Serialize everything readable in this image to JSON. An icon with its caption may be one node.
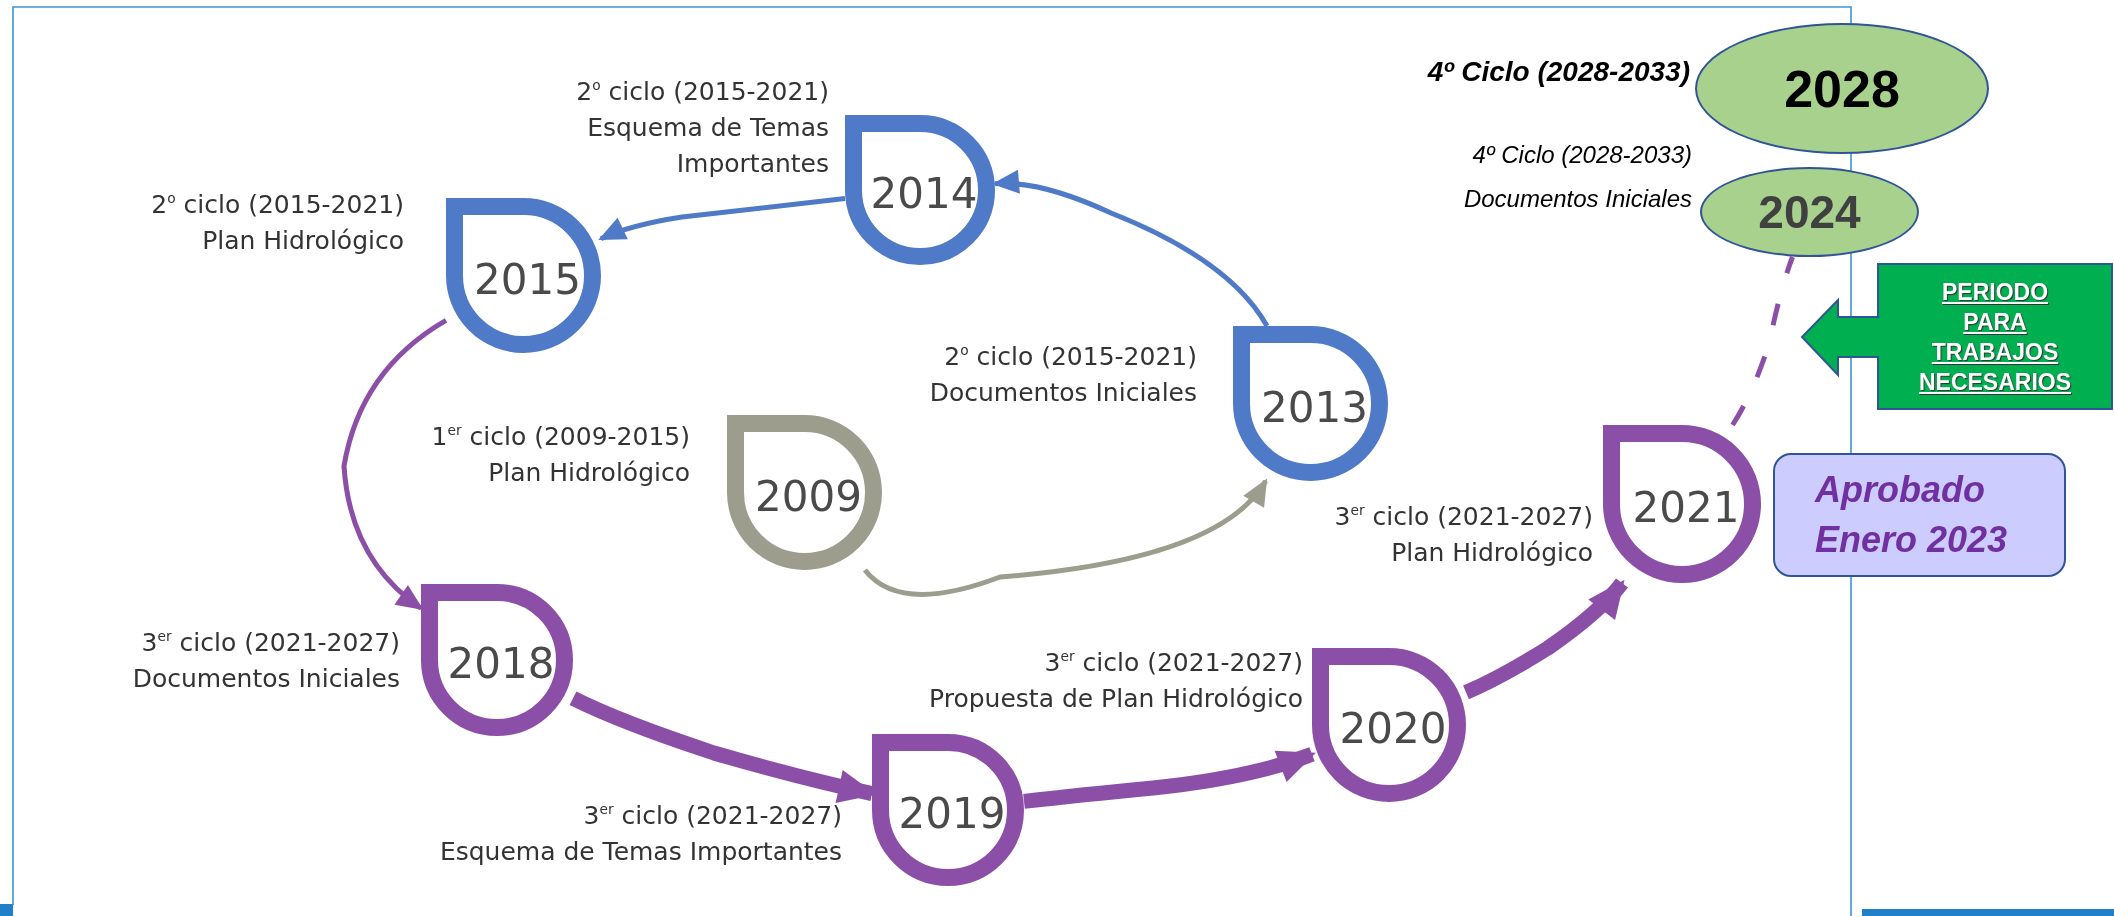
{
  "diagram": {
    "nodes": [
      {
        "text": [
          "2014"
        ],
        "beside": [
          "2$^{o}$ ciclo (2015-2021)",
          "Esquema de Temas Importantes"
        ]
      },
      {
        "text": [
          "2015"
        ],
        "beside": [
          "2$^{o}$ ciclo (2015-2021)",
          "Plan Hidrológico"
        ]
      },
      {
        "text": [
          "2013"
        ],
        "beside": [
          "2$^{o}$ ciclo (2015-2021)",
          "Documentos Iniciales"
        ]
      },
      {
        "text": [
          "2009"
        ],
        "beside": [
          "1$^{er}$ ciclo (2009-2015)",
          "Plan Hidrológico"
        ]
      },
      {
        "text": [
          "2018"
        ],
        "beside": [
          "3$^{er}$ ciclo (2021-2027)",
          "Documentos Iniciales"
        ]
      },
      {
        "text": [
          "2019"
        ],
        "beside": [
          "3$^{er}$ ciclo (2021-2027)",
          "Esquema de Temas Importantes"
        ]
      },
      {
        "text": [
          "2020"
        ],
        "beside": [
          "3$^{er}$ ciclo (2021-2027)",
          "Propuesta de Plan Hidrológico"
        ]
      },
      {
        "text": [
          "2021"
        ],
        "beside": [
          "3$^{er}$ ciclo (2021-2027)",
          "Plan Hidrológico"
        ]
      },
      {
        "text": [
          "2028"
        ],
        "beside": [
          "4º Ciclo (2028-2033)"
        ]
      },
      {
        "text": [
          "2024"
        ],
        "beside": [
          "4º Ciclo (2028-2033)",
          "Documentos Iniciales"
        ]
      },
      {
        "text": [
          "PERIODO PARA TRABAJOS NECESARIOS"
        ]
      },
      {
        "text": [
          "Aprobado Enero 2023"
        ]
      }
    ],
    "edges": [
      {
        "from": 3,
        "to": 2,
        "arrow": "to",
        "color": "#9d9d8d"
      },
      {
        "from": 2,
        "to": 0,
        "arrow": "to",
        "color": "#4f7ac7"
      },
      {
        "from": 0,
        "to": 1,
        "arrow": "to",
        "color": "#4f7ac7"
      },
      {
        "from": 1,
        "to": 4,
        "arrow": "to"
      },
      {
        "from": 4,
        "to": 5,
        "arrow": "to",
        "style": "thick"
      },
      {
        "from": 5,
        "to": 6,
        "arrow": "to",
        "style": "thick"
      },
      {
        "from": 6,
        "to": 7,
        "arrow": "to",
        "style": "thick"
      },
      {
        "from": 7,
        "to": 9,
        "arrow": "none",
        "style": "dashed"
      }
    ]
  }
}
